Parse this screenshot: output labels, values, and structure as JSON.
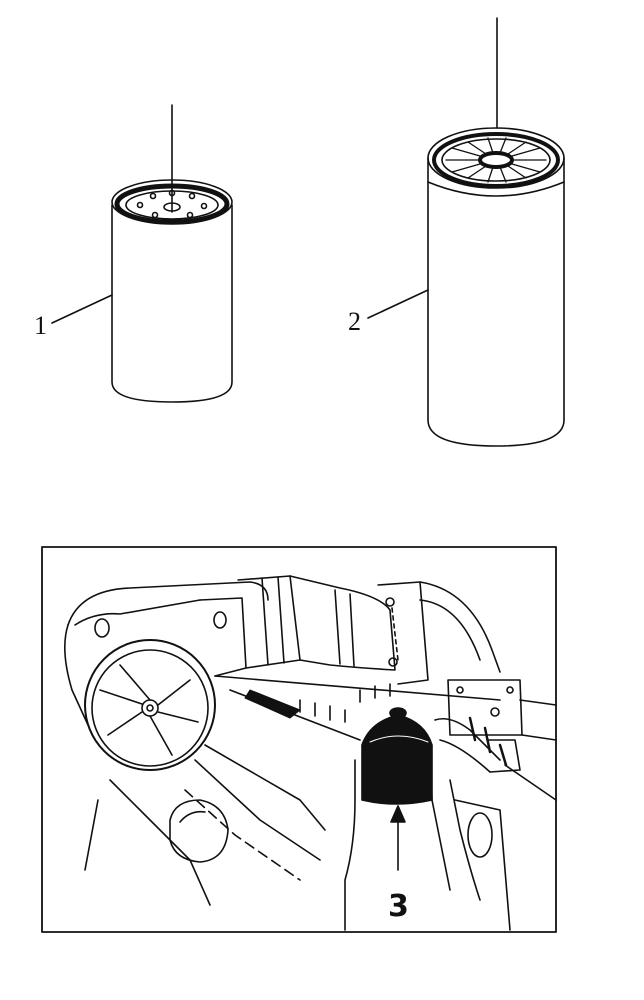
{
  "diagram": {
    "callouts": [
      {
        "number": "1",
        "part": "small-filter"
      },
      {
        "number": "2",
        "part": "large-filter"
      },
      {
        "number": "3",
        "part": "engine-filter-housing"
      }
    ]
  },
  "colors": {
    "ink": "#111111",
    "paper": "#ffffff"
  }
}
